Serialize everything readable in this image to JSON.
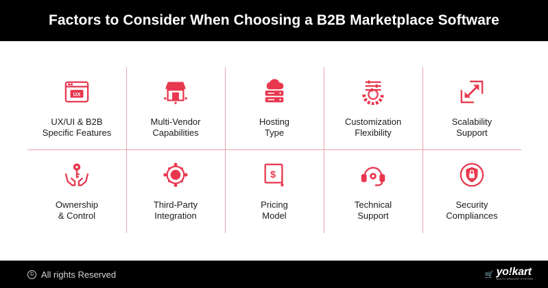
{
  "header": {
    "title": "Factors to Consider When Choosing a B2B Marketplace Software"
  },
  "accent": "#e8384f",
  "divider_color": "#e8a3ad",
  "factors": [
    {
      "label": "UX/UI & B2B\nSpecific Features",
      "icon": "ux-browser-icon"
    },
    {
      "label": "Multi-Vendor\nCapabilities",
      "icon": "storefront-icon"
    },
    {
      "label": "Hosting\nType",
      "icon": "cloud-server-icon"
    },
    {
      "label": "Customization\nFlexibility",
      "icon": "gear-sliders-icon"
    },
    {
      "label": "Scalability\nSupport",
      "icon": "resize-arrow-icon"
    },
    {
      "label": "Ownership\n& Control",
      "icon": "key-hands-icon"
    },
    {
      "label": "Third-Party\nIntegration",
      "icon": "network-hub-icon"
    },
    {
      "label": "Pricing\nModel",
      "icon": "price-tag-icon"
    },
    {
      "label": "Technical\nSupport",
      "icon": "headset-icon"
    },
    {
      "label": "Security\nCompliances",
      "icon": "shield-lock-icon"
    }
  ],
  "icon_text": {
    "ux": "UX",
    "dollar": "$"
  },
  "footer": {
    "copyright_symbol": "©",
    "copyright": "All rights Reserved",
    "brand_name": "yo!kart",
    "brand_tagline": "MULTI-VENDOR SYSTEM"
  }
}
